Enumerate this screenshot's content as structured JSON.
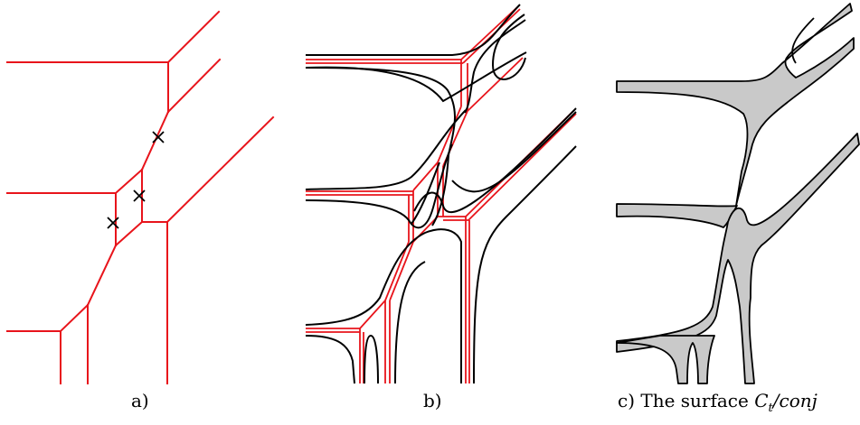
{
  "colors": {
    "tropical_curve": "#e8141b",
    "amoeba_outline": "#000000",
    "surface_fill": "#c9c9c9",
    "marker": "#000000",
    "background": "#ffffff"
  },
  "captions": {
    "a": "a)",
    "b": "b)",
    "c_prefix": "c) The surface ",
    "c_symbol": "C",
    "c_subscript": "t",
    "c_suffix": "/conj"
  },
  "markers": {
    "symbol": "cross",
    "count": 3
  }
}
